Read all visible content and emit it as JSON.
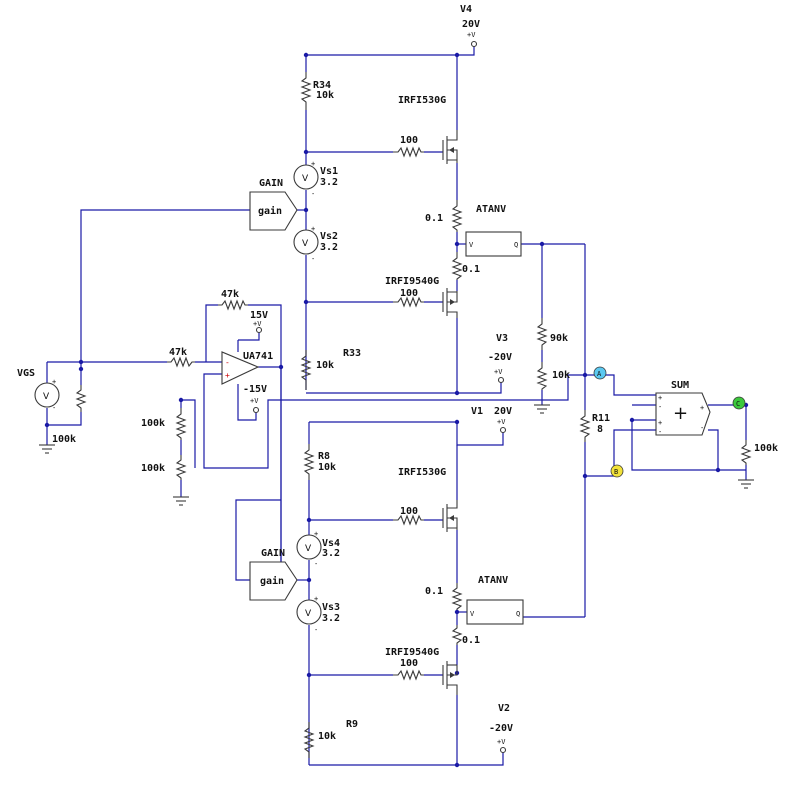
{
  "colors": {
    "wire": "#1a1aa6",
    "component": "#3a3a3a",
    "marker_a": "#5bc8f0",
    "marker_b": "#f2e23a",
    "marker_c": "#3cc83c"
  },
  "sources": {
    "v4": {
      "name": "V4",
      "value": "20V",
      "label": "+V"
    },
    "v3": {
      "name": "V3",
      "value": "-20V",
      "label": "+V"
    },
    "v1": {
      "name": "V1",
      "value": "20V",
      "label": "+V"
    },
    "v2": {
      "name": "V2",
      "value": "-20V",
      "label": "+V"
    },
    "opamp_pos": {
      "value": "15V",
      "label": "+V"
    },
    "opamp_neg": {
      "value": "-15V",
      "label": "+V"
    },
    "vgs": {
      "name": "VGS",
      "symbol": "V"
    },
    "vs1": {
      "name": "Vs1",
      "value": "3.2",
      "symbol": "V"
    },
    "vs2": {
      "name": "Vs2",
      "value": "3.2",
      "symbol": "V"
    },
    "vs3": {
      "name": "Vs3",
      "value": "3.2",
      "symbol": "V"
    },
    "vs4": {
      "name": "Vs4",
      "value": "3.2",
      "symbol": "V"
    }
  },
  "resistors": {
    "r34": {
      "name": "R34",
      "value": "10k"
    },
    "r33": {
      "name": "R33",
      "value": "10k"
    },
    "r8": {
      "name": "R8",
      "value": "10k"
    },
    "r9": {
      "name": "R9",
      "value": "10k"
    },
    "r11": {
      "name": "R11",
      "value": "8"
    },
    "gate_top1": "100",
    "gate_top2": "100",
    "gate_bot1": "100",
    "gate_bot2": "100",
    "sense_top_a": "0.1",
    "sense_top_b": "0.1",
    "sense_bot_a": "0.1",
    "sense_bot_b": "0.1",
    "r_90k": "90k",
    "r_10k": "10k",
    "feedback": "47k",
    "input": "47k",
    "bias_a": "100k",
    "bias_b": "100k",
    "vgs_load": "100k",
    "sum_load": "100k"
  },
  "transistors": {
    "q_top_n": "IRFI530G",
    "q_top_p": "IRFI9540G",
    "q_bot_n": "IRFI530G",
    "q_bot_p": "IRFI9540G"
  },
  "blocks": {
    "gain_top": {
      "title": "GAIN",
      "label": "gain"
    },
    "gain_bot": {
      "title": "GAIN",
      "label": "gain"
    },
    "atanv_top": {
      "title": "ATANV",
      "in": "V",
      "out": "Q"
    },
    "atanv_bot": {
      "title": "ATANV",
      "in": "V",
      "out": "Q"
    },
    "sum": {
      "title": "SUM",
      "symbol": "+"
    },
    "opamp": {
      "name": "UA741"
    }
  },
  "markers": {
    "a": "A",
    "b": "B",
    "c": "C"
  },
  "signs": {
    "plus": "+",
    "minus": "-"
  }
}
